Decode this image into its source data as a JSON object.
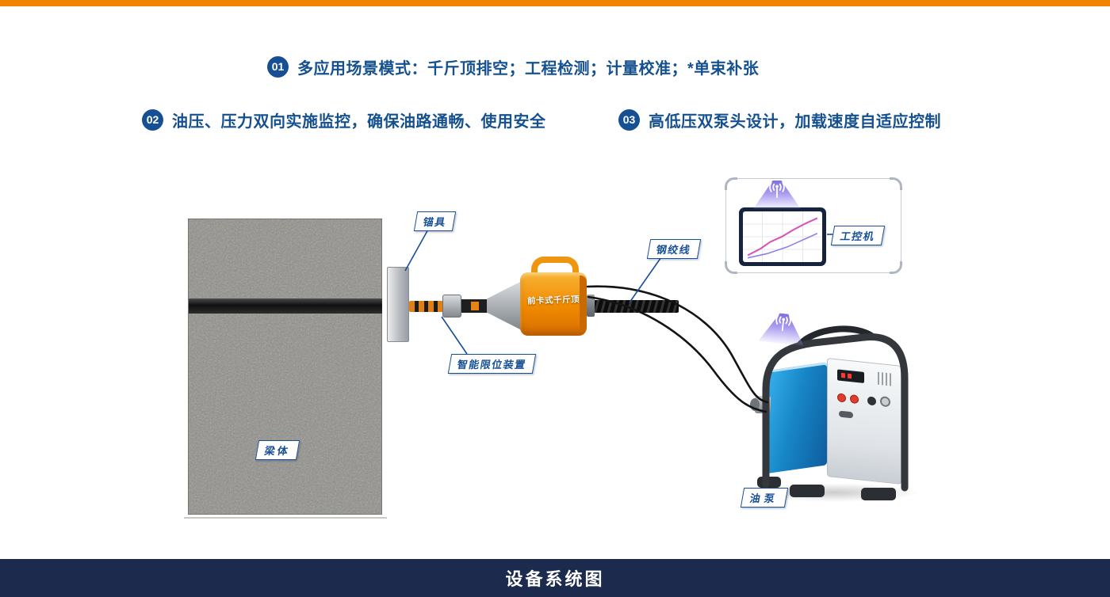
{
  "colors": {
    "accent_orange": "#F08300",
    "accent_blue": "#15508F",
    "footer_navy": "#1C2B4D",
    "jack_orange": "#EF8A00",
    "pump_blue": "#1787C8",
    "beam_purple": "#8F7FE8"
  },
  "features": [
    {
      "num": "01",
      "text": "多应用场景模式：千斤顶排空；工程检测；计量校准；*单束补张"
    },
    {
      "num": "02",
      "text": "油压、压力双向实施监控，确保油路通畅、使用安全"
    },
    {
      "num": "03",
      "text": "高低压双泵头设计，加载速度自适应控制"
    }
  ],
  "diagram": {
    "anchor_label": "锚具",
    "beam_label": "梁体",
    "limit_device_label": "智能限位装置",
    "jack_label": "前卡式千斤顶",
    "strand_label": "钢绞线",
    "ipc_label": "工控机",
    "pump_label": "油泵"
  },
  "footer": {
    "title": "设备系统图"
  }
}
